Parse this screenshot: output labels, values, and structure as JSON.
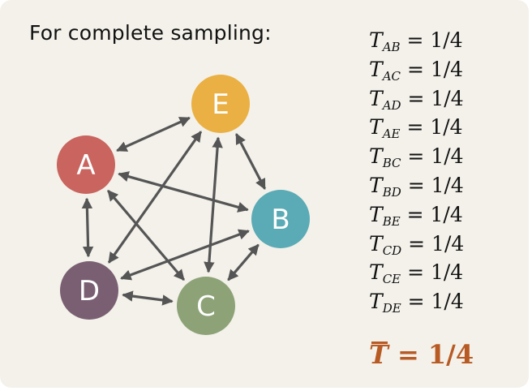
{
  "title": "For complete sampling:",
  "colors": {
    "A": "#c9645f",
    "B": "#5aabb5",
    "C": "#8da377",
    "D": "#7a5f73",
    "E": "#eab043",
    "edge": "#555555",
    "panel": "#f3f1ea",
    "mean": "#b85a24"
  },
  "nodes": [
    {
      "id": "A",
      "label": "A"
    },
    {
      "id": "B",
      "label": "B"
    },
    {
      "id": "C",
      "label": "C"
    },
    {
      "id": "D",
      "label": "D"
    },
    {
      "id": "E",
      "label": "E"
    }
  ],
  "edges": [
    [
      "A",
      "E"
    ],
    [
      "A",
      "B"
    ],
    [
      "A",
      "C"
    ],
    [
      "A",
      "D"
    ],
    [
      "E",
      "B"
    ],
    [
      "E",
      "C"
    ],
    [
      "E",
      "D"
    ],
    [
      "B",
      "C"
    ],
    [
      "B",
      "D"
    ],
    [
      "C",
      "D"
    ]
  ],
  "equations": [
    {
      "symbol": "T",
      "sub": "AB",
      "value": "= 1/4"
    },
    {
      "symbol": "T",
      "sub": "AC",
      "value": "= 1/4"
    },
    {
      "symbol": "T",
      "sub": "AD",
      "value": "= 1/4"
    },
    {
      "symbol": "T",
      "sub": "AE",
      "value": "= 1/4"
    },
    {
      "symbol": "T",
      "sub": "BC",
      "value": "= 1/4"
    },
    {
      "symbol": "T",
      "sub": "BD",
      "value": "= 1/4"
    },
    {
      "symbol": "T",
      "sub": "BE",
      "value": "= 1/4"
    },
    {
      "symbol": "T",
      "sub": "CD",
      "value": "= 1/4"
    },
    {
      "symbol": "T",
      "sub": "CE",
      "value": "= 1/4"
    },
    {
      "symbol": "T",
      "sub": "DE",
      "value": "= 1/4"
    }
  ],
  "mean": {
    "symbol": "T",
    "value": "= 1/4"
  }
}
